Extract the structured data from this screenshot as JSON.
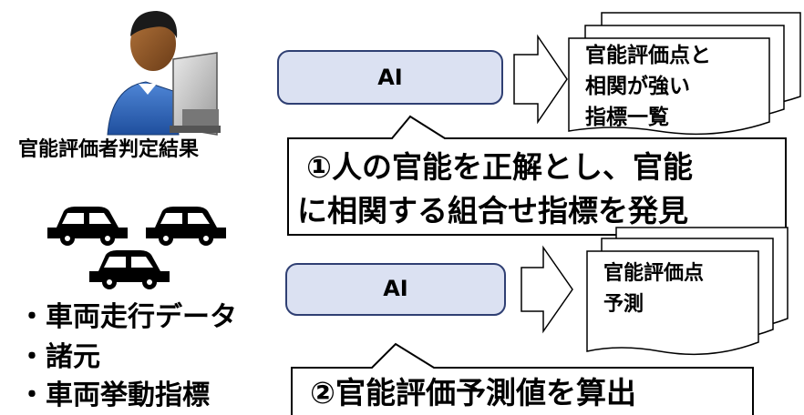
{
  "evaluator_label": "官能評価者判定結果",
  "ai_box_1": "AI",
  "ai_box_2": "AI",
  "doc1_lines": [
    "官能評価点と",
    "相関が強い",
    "指標一覧"
  ],
  "doc2_lines": [
    "官能評価点",
    "予測"
  ],
  "callout1_lines": [
    "①人の官能を正解とし、官能",
    "に相関する組合せ指標を発見"
  ],
  "callout2": "②官能評価予測値を算出",
  "bullets": [
    "・車両走行データ",
    "・諸元",
    "・車両挙動指標"
  ],
  "colors": {
    "ai_fill": "#dbe1f2",
    "ai_stroke": "#2f3f73",
    "outline": "#000000",
    "car": "#000000"
  },
  "icons": [
    "person-at-computer-icon",
    "car-icon",
    "car-icon",
    "car-icon",
    "arrow-right-icon",
    "arrow-right-icon",
    "document-stack-icon",
    "document-stack-icon"
  ]
}
